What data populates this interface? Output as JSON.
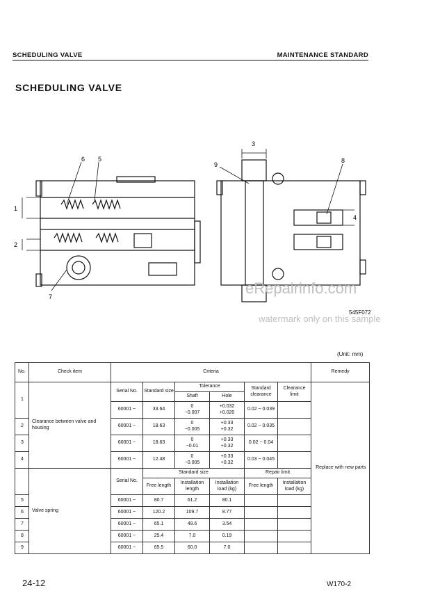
{
  "header": {
    "section": "SCHEDULING VALVE",
    "category": "MAINTENANCE STANDARD"
  },
  "title": "SCHEDULING VALVE",
  "figure": {
    "callouts": [
      "1",
      "2",
      "3",
      "4",
      "5",
      "6",
      "7",
      "8",
      "9"
    ],
    "code": "545F072"
  },
  "watermark": {
    "site": "eRepairinfo.com",
    "note": "watermark only on this sample"
  },
  "unit_note": "(Unit: mm)",
  "table": {
    "headers": {
      "no": "No.",
      "check_item": "Check item",
      "criteria": "Criteria",
      "remedy": "Remedy",
      "serial_no": "Serial No.",
      "standard_size": "Standard size",
      "tolerance": "Tolerance",
      "shaft": "Shaft",
      "hole": "Hole",
      "standard_clearance": "Standard clearance",
      "clearance_limit": "Clearance limit",
      "standard_size_group": "Standard size",
      "repair_limit": "Repair limit",
      "free_length": "Free length",
      "installation_length": "Installation length",
      "installation_load": "Installation load (kg)"
    },
    "items": {
      "clearance": "Clearance between valve and housing",
      "spring": "Valve spring"
    },
    "remedy": "Replace with new parts",
    "clearance_rows": [
      {
        "no": "1",
        "serial": "60001 ~",
        "size": "33.64",
        "shaft1": "0",
        "shaft2": "−0.007",
        "hole1": "+0.032",
        "hole2": "+0.020",
        "clearance": "0.02 ~ 0.039"
      },
      {
        "no": "2",
        "serial": "60001 ~",
        "size": "18.63",
        "shaft1": "0",
        "shaft2": "−0.005",
        "hole1": "+0.33",
        "hole2": "+0.32",
        "clearance": "0.02 ~ 0.035"
      },
      {
        "no": "3",
        "serial": "60001 ~",
        "size": "18.63",
        "shaft1": "0",
        "shaft2": "−0.01",
        "hole1": "+0.33",
        "hole2": "+0.32",
        "clearance": "0.02 ~ 0.04"
      },
      {
        "no": "4",
        "serial": "60001 ~",
        "size": "12.48",
        "shaft1": "0",
        "shaft2": "−0.005",
        "hole1": "+0.33",
        "hole2": "+0.32",
        "clearance": "0.03 ~ 0.045"
      }
    ],
    "spring_rows": [
      {
        "no": "5",
        "serial": "60001 ~",
        "free": "80.7",
        "inst_len": "61.2",
        "inst_load": "80.1"
      },
      {
        "no": "6",
        "serial": "60001 ~",
        "free": "120.2",
        "inst_len": "109.7",
        "inst_load": "8.77"
      },
      {
        "no": "7",
        "serial": "60001 ~",
        "free": "65.1",
        "inst_len": "49.6",
        "inst_load": "3.54"
      },
      {
        "no": "8",
        "serial": "60001 ~",
        "free": "25.4",
        "inst_len": "7.0",
        "inst_load": "0.19"
      },
      {
        "no": "9",
        "serial": "60001 ~",
        "free": "65.5",
        "inst_len": "60.0",
        "inst_load": "7.0"
      }
    ]
  },
  "footer": {
    "page": "24-12",
    "model": "W170-2"
  }
}
